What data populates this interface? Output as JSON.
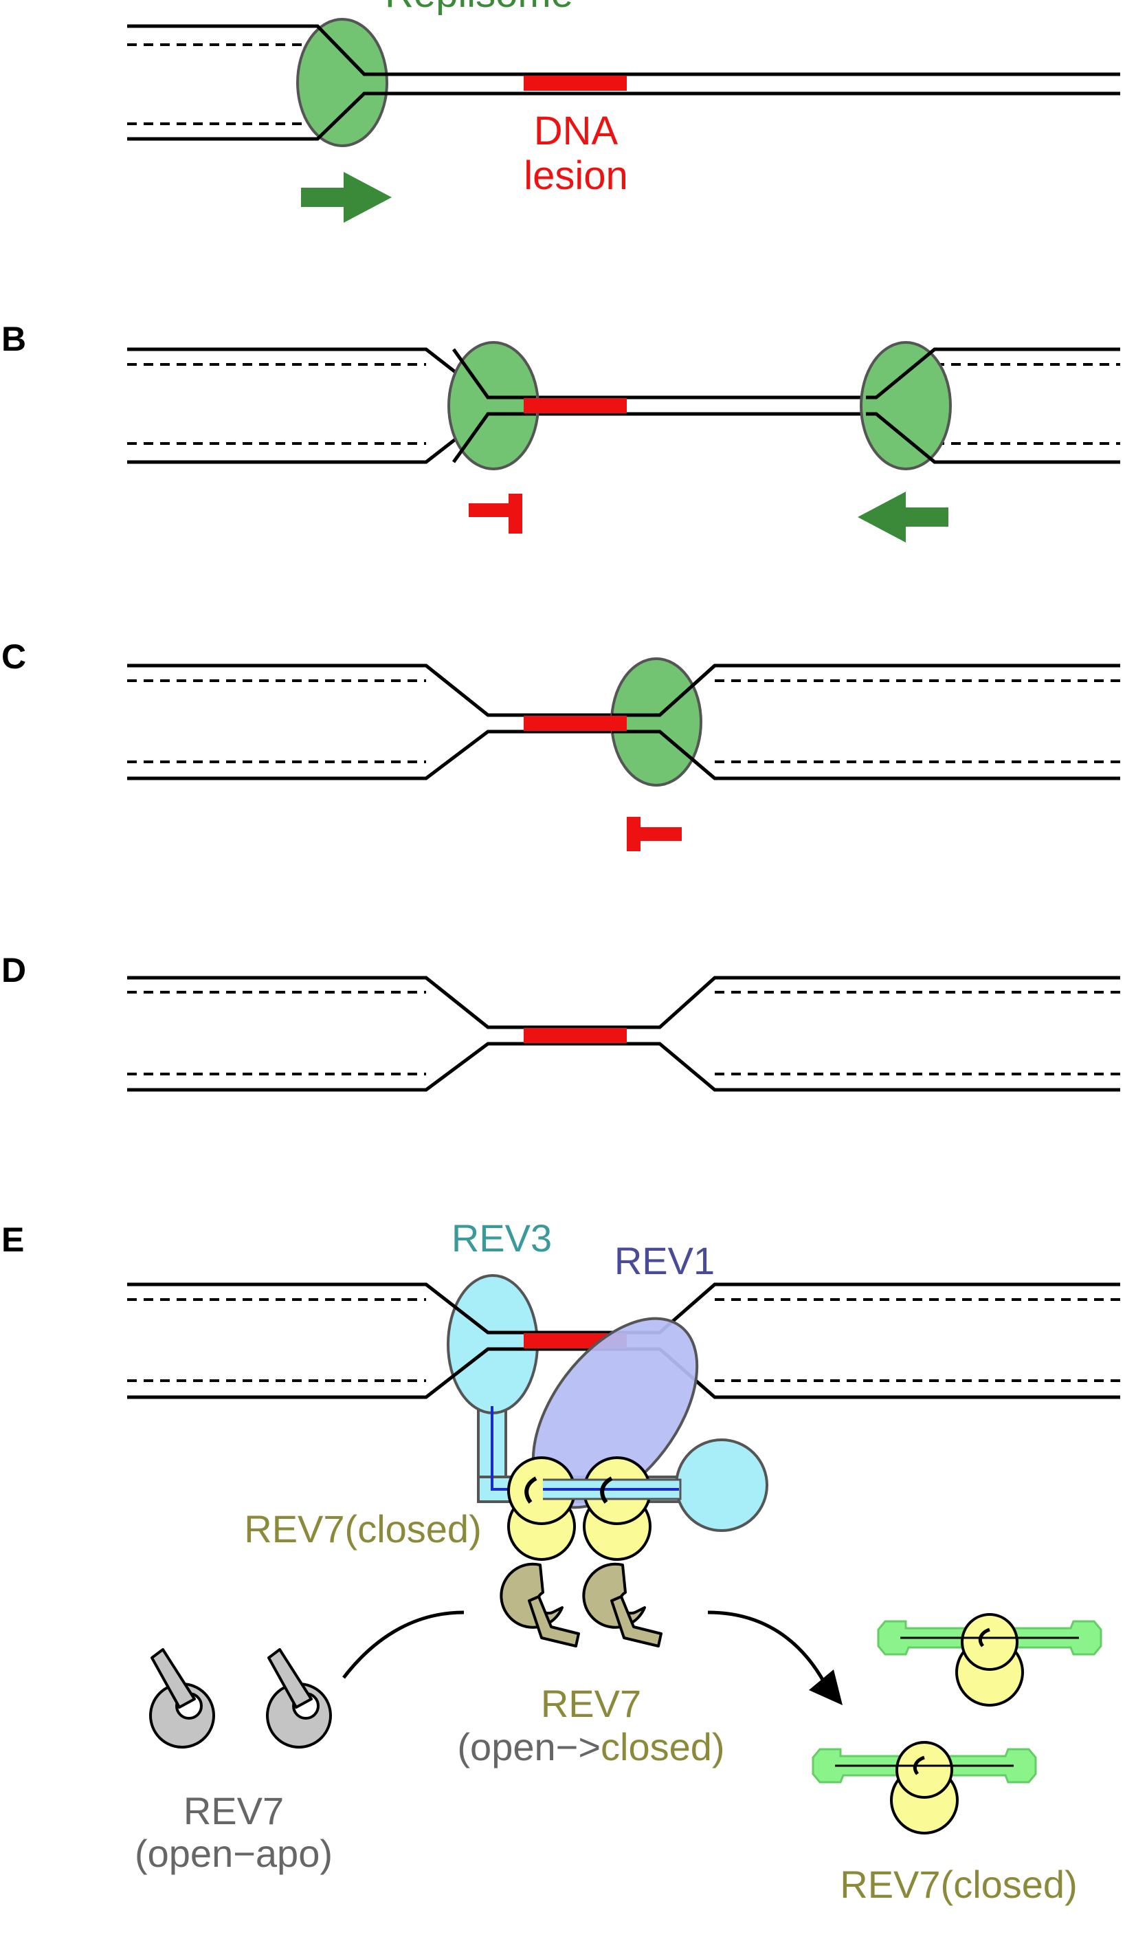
{
  "panels": {
    "b": "B",
    "c": "C",
    "d": "D",
    "e": "E"
  },
  "labels": {
    "replisome": "Replisome",
    "lesion_line1": "DNA",
    "lesion_line2": "lesion",
    "rev3": "REV3",
    "rev1": "REV1",
    "rev7_closed_left": "REV7(closed)",
    "rev7_open_apo_line1": "REV7",
    "rev7_open_apo_line2": "(open−apo)",
    "rev7_transition_line1": "REV7",
    "rev7_transition_open": "(open−>",
    "rev7_transition_closed": "closed)",
    "rev7_closed_right": "REV7(closed)"
  },
  "colors": {
    "dna": "#000000",
    "lesion": "#ee1111",
    "replisome_fill": "#72c472",
    "arrow_green": "#3a8a3a",
    "rev3_fill": "#a8eef8",
    "rev3_text": "#3a9a9a",
    "rev1_fill": "#b4bcf4",
    "rev1_text": "#4a4a9a",
    "rev7_closed_fill": "#fafa96",
    "rev7_text": "#8a8a3a",
    "rev7_transition_fill": "#bcb88a",
    "rev7_apo_fill": "#c4c4c4",
    "apo_text": "#666666",
    "partner_green": "#8af48a"
  }
}
